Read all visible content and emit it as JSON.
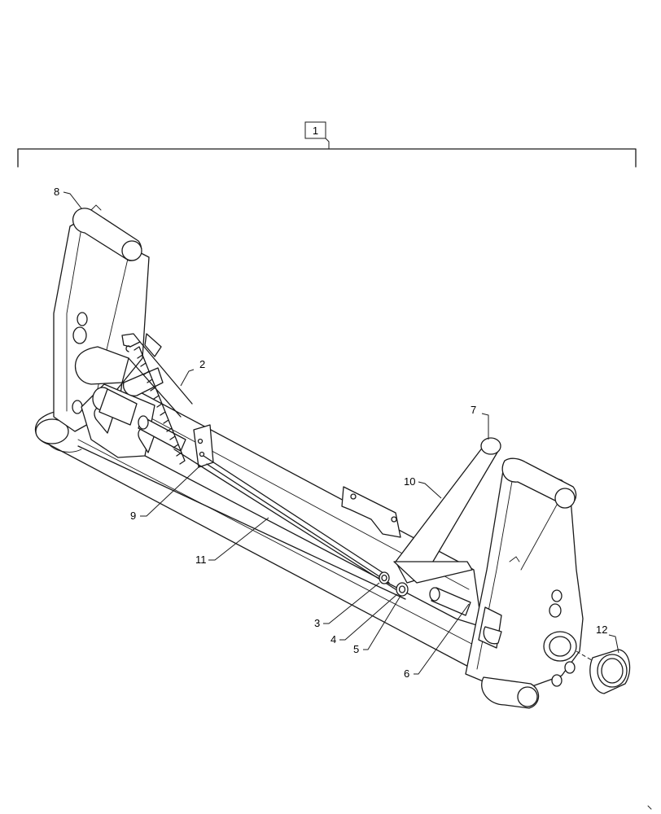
{
  "assembly": {
    "label": "1"
  },
  "callouts": [
    {
      "key": "c2",
      "label": "2"
    },
    {
      "key": "c3",
      "label": "3"
    },
    {
      "key": "c4",
      "label": "4"
    },
    {
      "key": "c5",
      "label": "5"
    },
    {
      "key": "c6",
      "label": "6"
    },
    {
      "key": "c7",
      "label": "7"
    },
    {
      "key": "c8",
      "label": "8"
    },
    {
      "key": "c9",
      "label": "9"
    },
    {
      "key": "c10",
      "label": "10"
    },
    {
      "key": "c11",
      "label": "11"
    },
    {
      "key": "c12",
      "label": "12"
    }
  ]
}
